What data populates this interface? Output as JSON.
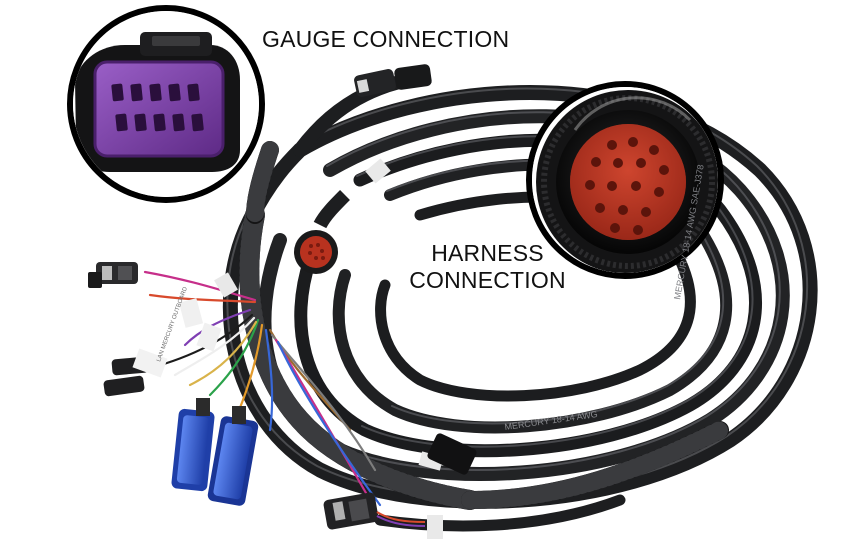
{
  "labels": {
    "gauge_connection": "GAUGE CONNECTION",
    "harness_connection_line1": "HARNESS",
    "harness_connection_line2": "CONNECTION"
  },
  "cable_print": {
    "text_1": "MERCURY 18-14 AWG",
    "text_2": "MERCURY 18-14 AWG SAE-J378",
    "tag_1": "LAN MERCURY OUTBOARD"
  },
  "colors": {
    "background": "#ffffff",
    "cable": "#1d1e20",
    "gauge_plug": "#7b3fa5",
    "harness_pins": "#b8321f",
    "blue_plug": "#2d5bd6",
    "circle_outline": "#000000"
  }
}
